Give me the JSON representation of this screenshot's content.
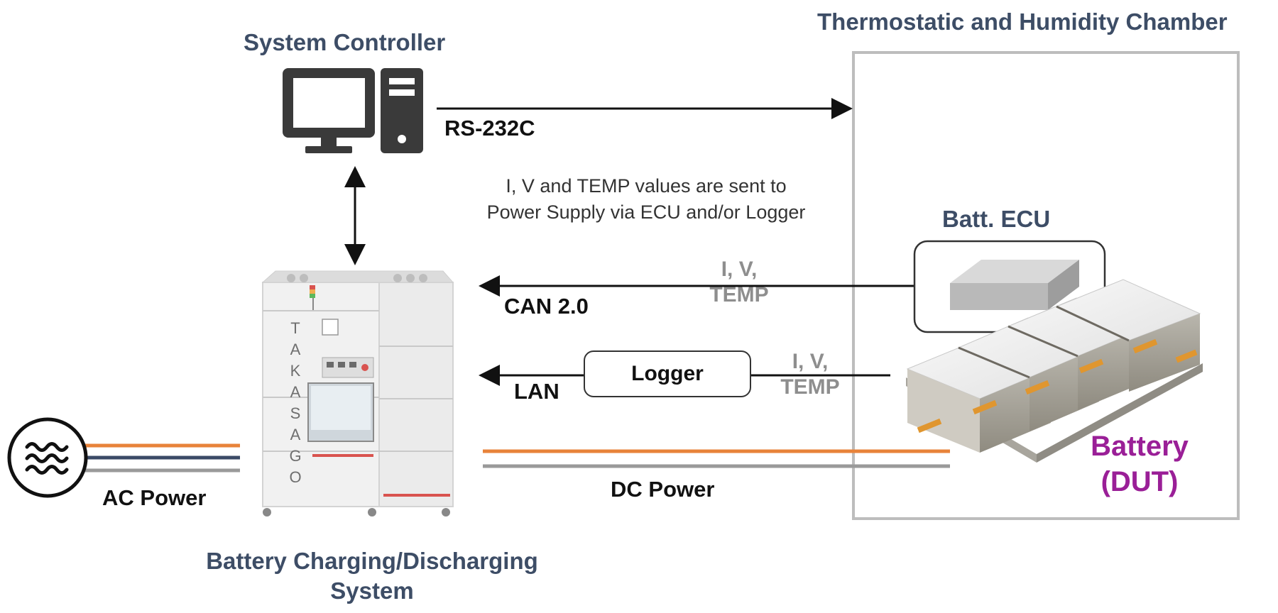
{
  "labels": {
    "system_controller": "System Controller",
    "chamber": "Thermostatic and Humidity Chamber",
    "rs232c": "RS-232C",
    "note_line1": "I, V and TEMP values are sent to",
    "note_line2": "Power Supply via ECU and/or Logger",
    "batt_ecu": "Batt. ECU",
    "iv_line": "I, V,",
    "temp_line": "TEMP",
    "can": "CAN 2.0",
    "logger": "Logger",
    "lan": "LAN",
    "battery_line1": "Battery",
    "battery_line2": "(DUT)",
    "dc_power": "DC Power",
    "ac_power": "AC Power",
    "bcds_line1": "Battery Charging/Discharging",
    "bcds_line2": "System",
    "brand_vertical": "TAKASAGO"
  },
  "colors": {
    "title": "#3d4d66",
    "signal": "#8e8e8e",
    "dut": "#9a1f97",
    "orange_line": "#e8833a",
    "navy_line": "#3b4a66",
    "gray_line": "#9a9a9a",
    "chamber_border": "#bdbdbd"
  },
  "icons": [
    "monitor-icon",
    "pc-tower-icon",
    "ac-source-icon",
    "ecu-module-icon",
    "battery-pack-icon",
    "cabinet-icon"
  ]
}
